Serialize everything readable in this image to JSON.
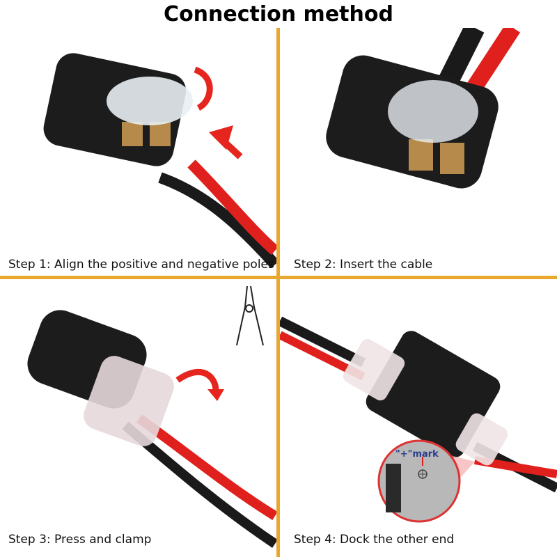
{
  "title": "Connection method",
  "colors": {
    "divider": "#E8A830",
    "red_wire": "#E0201C",
    "black_wire": "#1a1a1a",
    "arrow": "#E5251E"
  },
  "steps": [
    {
      "label": "Step 1: Align the positive and negative poles"
    },
    {
      "label": "Step 2: Insert the cable"
    },
    {
      "label": "Step 3: Press and clamp"
    },
    {
      "label": "Step 4: Dock the other end"
    }
  ],
  "callout": {
    "mark_label": "\"+\"mark"
  }
}
